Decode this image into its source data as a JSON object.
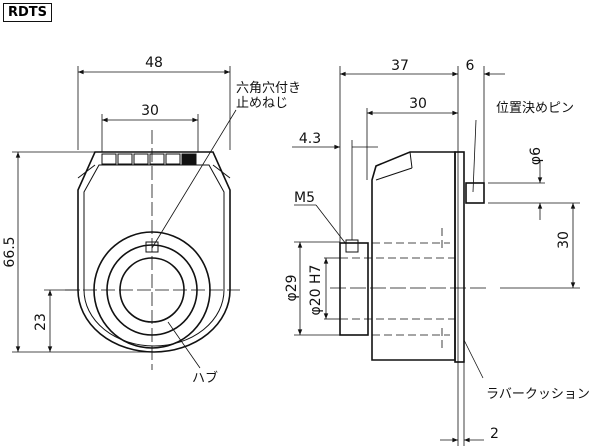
{
  "model_badge": "RDTS",
  "front_view": {
    "dim_width": "48",
    "dim_inner_width": "30",
    "dim_height": "66.5",
    "dim_center_height": "23",
    "label_setscrew_line1": "六角穴付き",
    "label_setscrew_line2": "止めねじ",
    "label_hub": "ハブ"
  },
  "side_view": {
    "dim_depth": "37",
    "dim_pin": "6",
    "dim_body": "30",
    "dim_offset": "4.3",
    "dim_pin_dia": "φ6",
    "dim_pin_height": "30",
    "label_thread": "M5",
    "dim_hub_dia": "φ29",
    "dim_bore": "φ20 H7",
    "label_pin": "位置決めピン",
    "label_cushion": "ラバークッション",
    "dim_cushion": "2"
  }
}
